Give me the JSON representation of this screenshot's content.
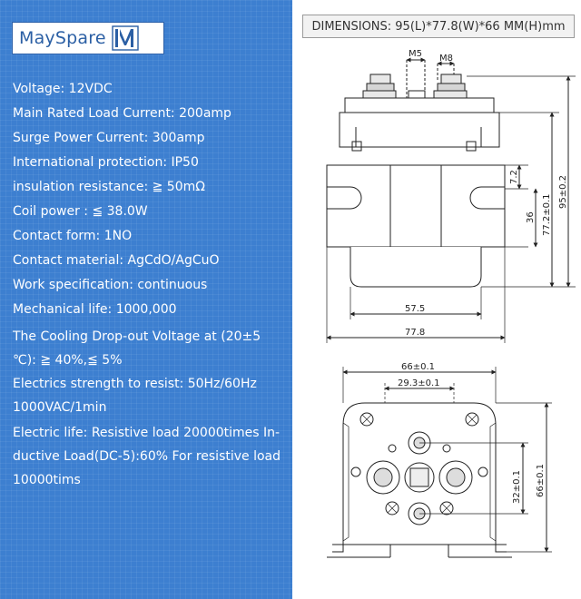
{
  "brand": {
    "logo_text": "MaySpare",
    "logo_mark_icon": "mayspare-m-logo",
    "logo_color": "#2b5fa4"
  },
  "specs": [
    "Voltage: 12VDC",
    "Main Rated Load Current: 200amp",
    "Surge Power Current: 300amp",
    "International protection: IP50",
    "insulation resistance: ≧ 50mΩ",
    "Coil power : ≦ 38.0W",
    "Contact form: 1NO",
    "Contact material: AgCdO/AgCuO",
    "Work specification: continuous",
    "Mechanical life: 1000,000"
  ],
  "specs_extra": [
    "The Cooling Drop-out Voltage at (20±5 ℃): ≧ 40%,≦ 5%",
    "Electrics strength to resist: 50Hz/60Hz 1000VAC/1min",
    "Electric life: Resistive load 20000times In-ductive Load(DC-5):60% For resistive load 10000tims"
  ],
  "dimensions_header": "DIMENSIONS: 95(L)*77.8(W)*66 MM(H)mm",
  "side_view": {
    "m5": "M5",
    "m8": "M8",
    "h_72": "7.2",
    "h_36": "36",
    "h_772": "77.2±0.1",
    "h_95": "95±0.2",
    "w_575": "57.5",
    "w_778": "77.8"
  },
  "bottom_view": {
    "w_66": "66±0.1",
    "w_293": "29.3±0.1",
    "h_32": "32±0.1",
    "h_66": "66±0.1"
  },
  "colors": {
    "panel_blue": "#3d7fd0",
    "line": "#222222"
  }
}
